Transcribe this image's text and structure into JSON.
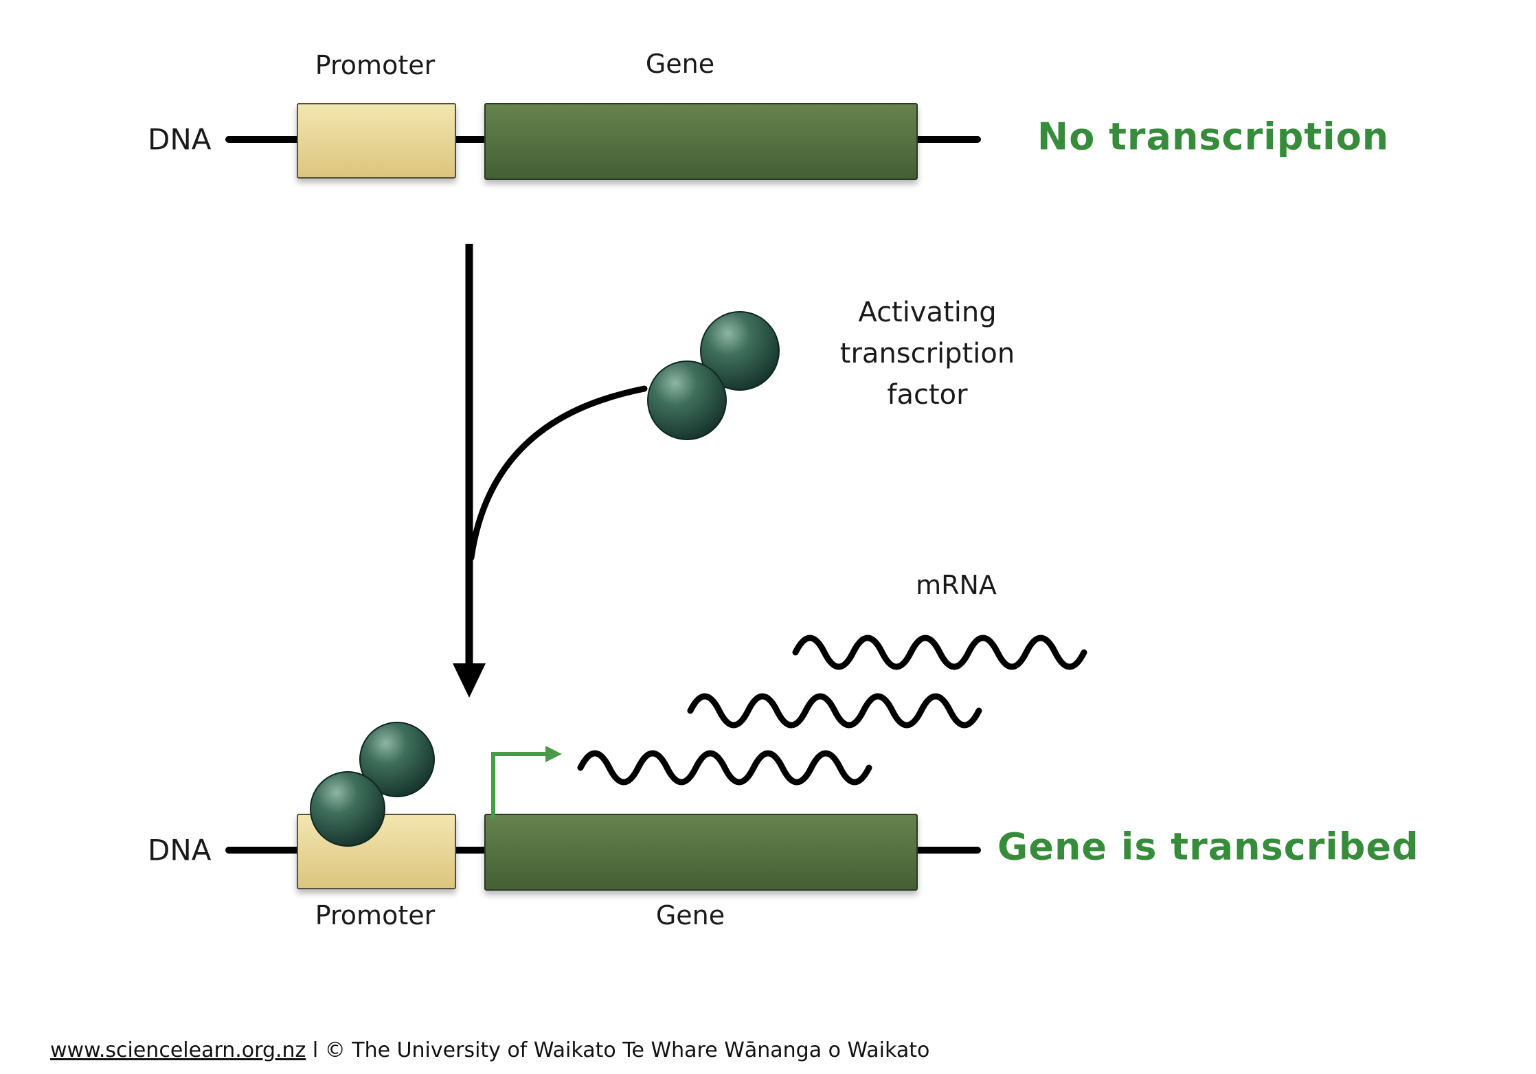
{
  "colors": {
    "green_heading": "#378c3c",
    "promoter_fill": "#e6d392",
    "gene_fill": "#55743f",
    "molecule_dark_green": "#1d413a",
    "transcription_arrow_green": "#4a9a4a",
    "line_black": "#000000"
  },
  "top_diagram": {
    "dna_label": "DNA",
    "promoter_label": "Promoter",
    "gene_label": "Gene",
    "status": "No transcription"
  },
  "middle": {
    "factor_label": "Activating transcription factor"
  },
  "bottom_diagram": {
    "dna_label": "DNA",
    "promoter_label": "Promoter",
    "gene_label": "Gene",
    "mrna_label": "mRNA",
    "status": "Gene is transcribed"
  },
  "footer": {
    "link": "www.sciencelearn.org.nz",
    "text": " l © The University of Waikato Te Whare Wānanga o Waikato"
  }
}
